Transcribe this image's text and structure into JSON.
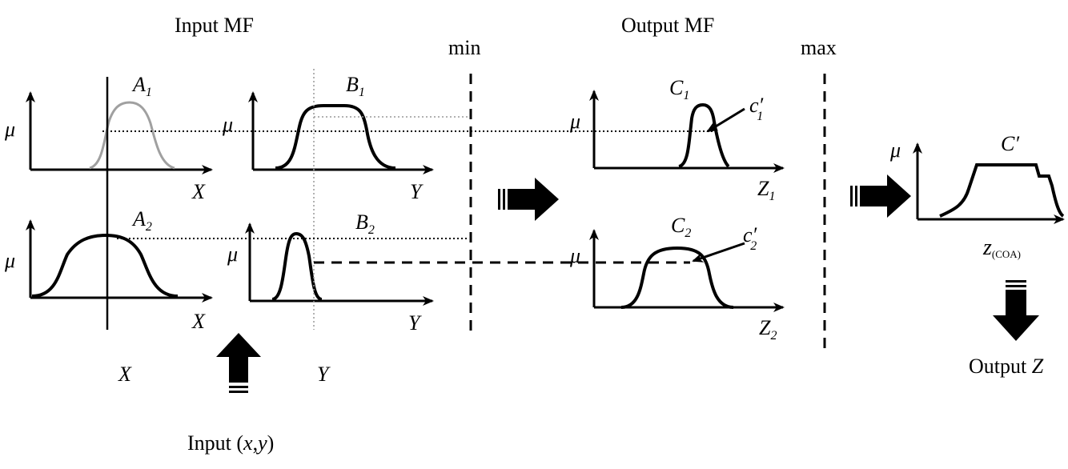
{
  "headings": {
    "input_mf": "Input MF",
    "output_mf": "Output MF",
    "min": "min",
    "max": "max"
  },
  "symbols": {
    "mu": "μ",
    "x": "X",
    "y": "Y",
    "z": "Z",
    "a": "A",
    "b": "B",
    "c": "C",
    "c_lower": "c",
    "prime": "′",
    "sub_1": "1",
    "sub_2": "2",
    "z_lower": "z",
    "coa": "(COA)"
  },
  "labels": {
    "input_prefix": "Input (",
    "input_x": "x",
    "input_comma": ",",
    "input_y": "y",
    "input_suffix": ")",
    "output_prefix": "Output ",
    "output_z": "Z"
  },
  "colors": {
    "line": "#000000",
    "gray_curve": "#a0a0a0",
    "background": "#ffffff"
  }
}
